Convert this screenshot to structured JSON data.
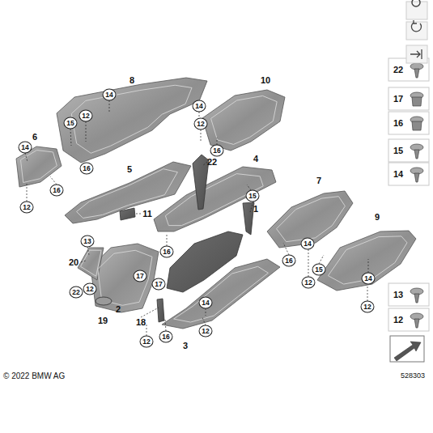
{
  "diagram": {
    "labels": [
      "8",
      "14",
      "12",
      "15",
      "16",
      "10",
      "14",
      "12",
      "16",
      "6",
      "14",
      "16",
      "12",
      "5",
      "22",
      "4",
      "11",
      "1",
      "15",
      "7",
      "9",
      "16",
      "14",
      "16",
      "15",
      "12",
      "14",
      "12",
      "13",
      "20",
      "17",
      "17",
      "22",
      "12",
      "2",
      "19",
      "18",
      "12",
      "16",
      "14",
      "12",
      "3",
      "22",
      "17",
      "16",
      "15",
      "14",
      "13",
      "12",
      "© 2022 BMW AG",
      "528303"
    ]
  }
}
